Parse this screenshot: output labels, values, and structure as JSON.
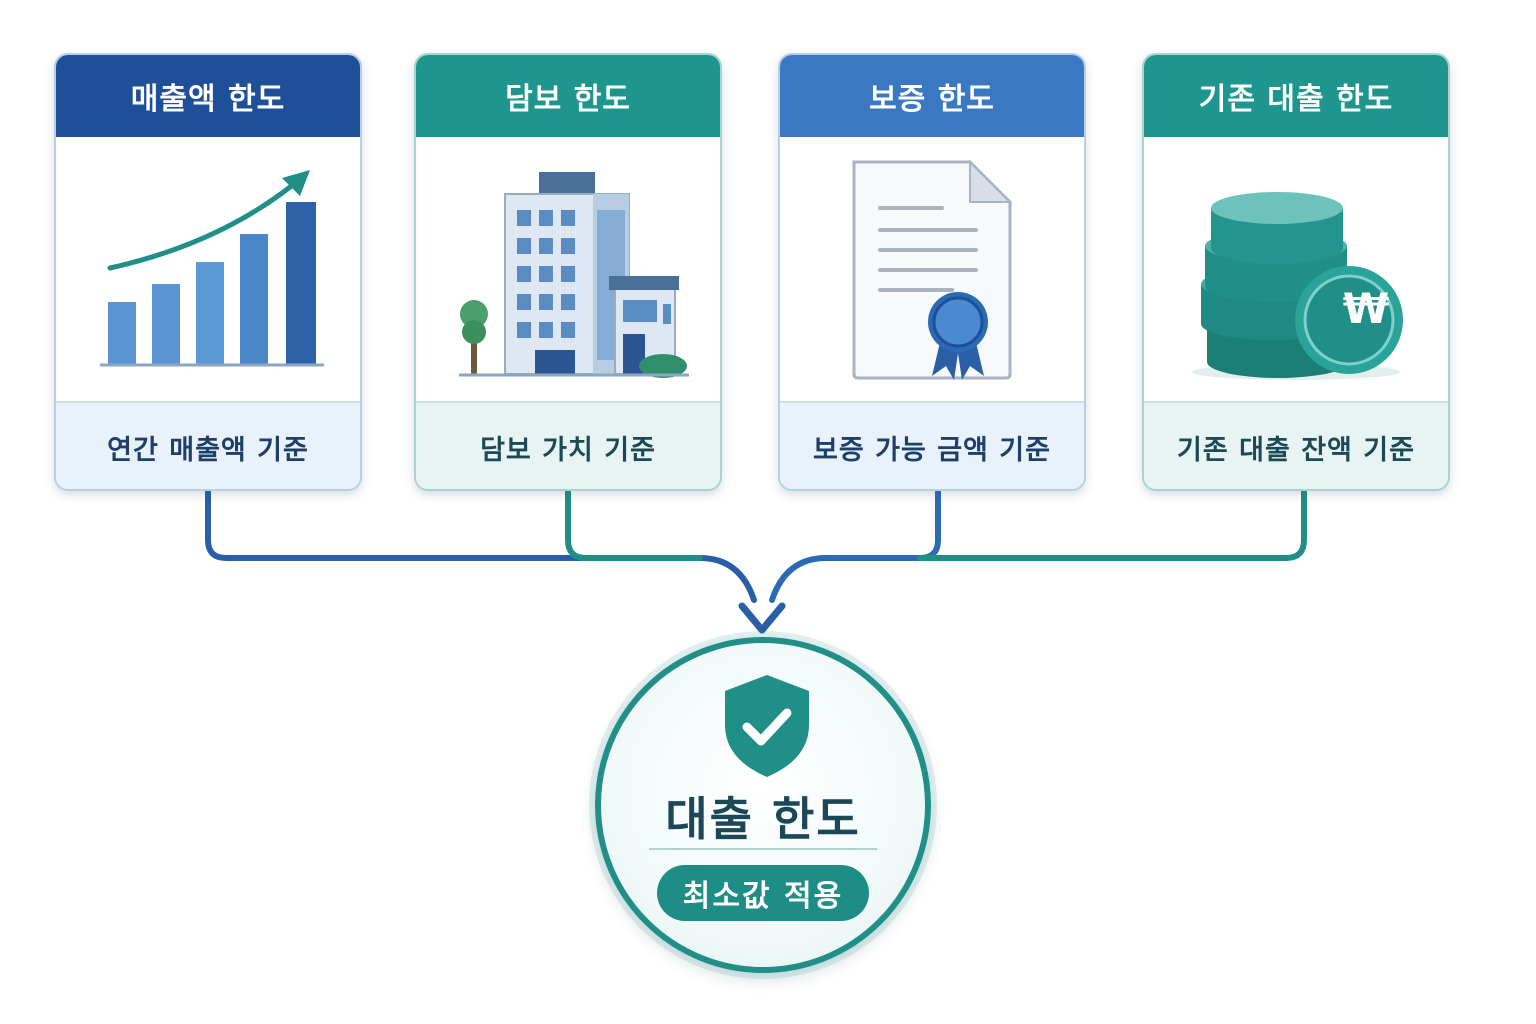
{
  "cards": [
    {
      "title": "매출액 한도",
      "subtitle": "연간 매출액 기준",
      "header_color": "#1f4f98",
      "icon": "bar-chart-growth-icon"
    },
    {
      "title": "담보 한도",
      "subtitle": "담보 가치 기준",
      "header_color": "#1e968e",
      "icon": "building-icon"
    },
    {
      "title": "보증 한도",
      "subtitle": "보증 가능 금액 기준",
      "header_color": "#3a78c2",
      "icon": "certificate-icon"
    },
    {
      "title": "기존 대출 한도",
      "subtitle": "기존 대출 잔액 기준",
      "header_color": "#1e968e",
      "icon": "coin-stack-won-icon"
    }
  ],
  "result": {
    "title": "대출 한도",
    "badge": "최소값 적용",
    "icon": "shield-check-icon",
    "color": "#1f8f88"
  },
  "icons": {
    "won_symbol": "₩"
  }
}
